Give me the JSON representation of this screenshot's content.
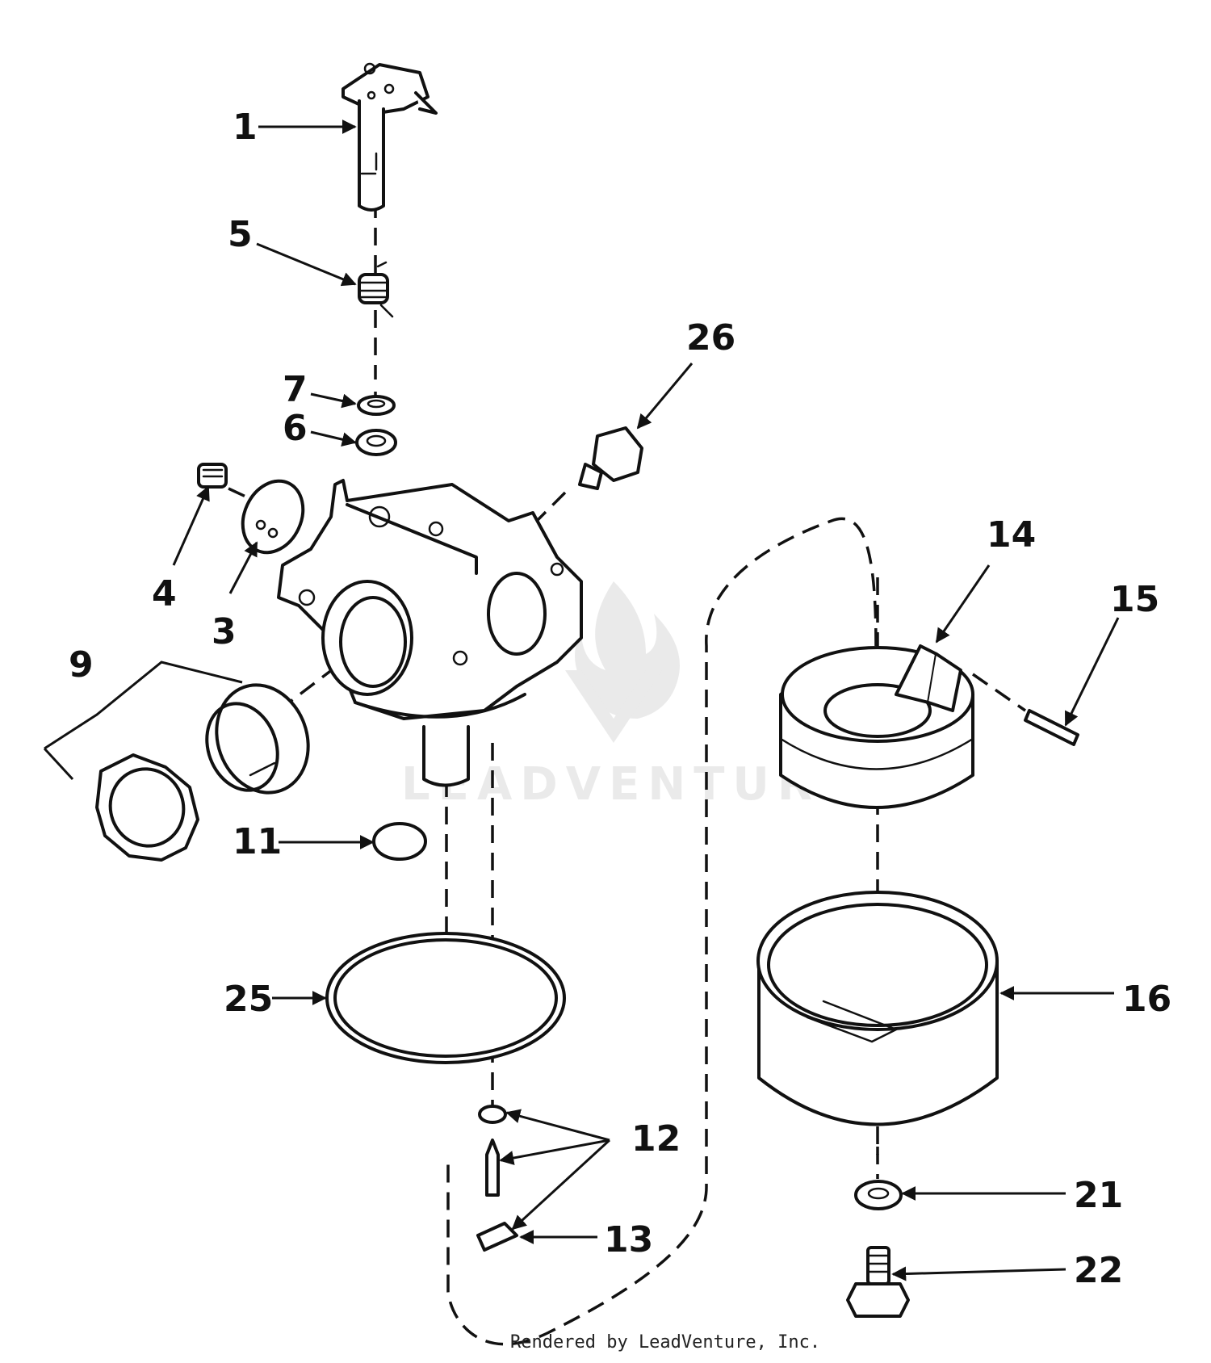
{
  "callouts": {
    "p1": "1",
    "p3": "3",
    "p4": "4",
    "p5": "5",
    "p6": "6",
    "p7": "7",
    "p9": "9",
    "p11": "11",
    "p12": "12",
    "p13": "13",
    "p14": "14",
    "p15": "15",
    "p16": "16",
    "p21": "21",
    "p22": "22",
    "p25": "25",
    "p26": "26"
  },
  "watermark": {
    "brand": "LEADVENTURE"
  },
  "footer": {
    "credit": "Rendered by LeadVenture, Inc."
  },
  "colors": {
    "ink": "#111111",
    "watermark": "#d6d6d6",
    "background": "#ffffff"
  }
}
